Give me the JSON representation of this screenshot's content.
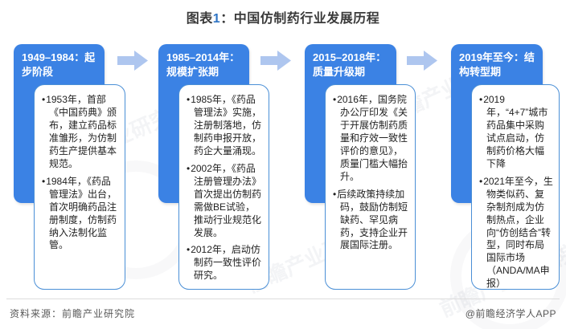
{
  "title": {
    "prefix": "图表",
    "number": "1",
    "rest": "：中国仿制药行业发展历程"
  },
  "stages": [
    {
      "header": "1949–1984：起步阶段",
      "bullets": [
        "1953年，首部《中国药典》颁布，建立药品标准雏形，为仿制药生产提供基本规范。",
        "1984年，《药品管理法》出台，首次明确药品注册制度，仿制药纳入法制化监管。"
      ]
    },
    {
      "header": "1985–2014年：规模扩张期",
      "bullets": [
        "1985年，《药品管理法》实施，注册制落地，仿制药申报开放，药企大量涌现。",
        "2002年，《药品注册管理办法》首次提出仿制药需做BE试验，推动行业规范化发展。",
        "2012年，启动仿制药一致性评价研究。"
      ]
    },
    {
      "header": "2015–2018年：质量升级期",
      "bullets": [
        "2016年，国务院办公厅印发《关于开展仿制药质量和疗效一致性评价的意见》，质量门槛大幅抬升。",
        "后续政策持续加码，鼓励仿制短缺药、罕见病药，支持企业开展国际注册。"
      ]
    },
    {
      "header": "2019年至今：结构转型期",
      "bullets": [
        "2019年，“4+7”城市药品集中采购试点启动，仿制药价格大幅下降",
        "2021年至今，生物类似药、复杂制剂成为仿制热点，企业向“仿创结合”转型，同时布局国际市场（ANDA/MA申报）"
      ]
    }
  ],
  "footer": {
    "source": "资料来源：前瞻产业研究院",
    "brand": "@前瞻经济学人APP"
  },
  "watermark": "前瞻产业研究院",
  "colors": {
    "header_blue": "#3b82e4",
    "arrow_blue": "#aec6ef",
    "box_border": "#4a8fd6",
    "title_number_blue": "#2e74c4",
    "footer_gray": "#595959"
  }
}
